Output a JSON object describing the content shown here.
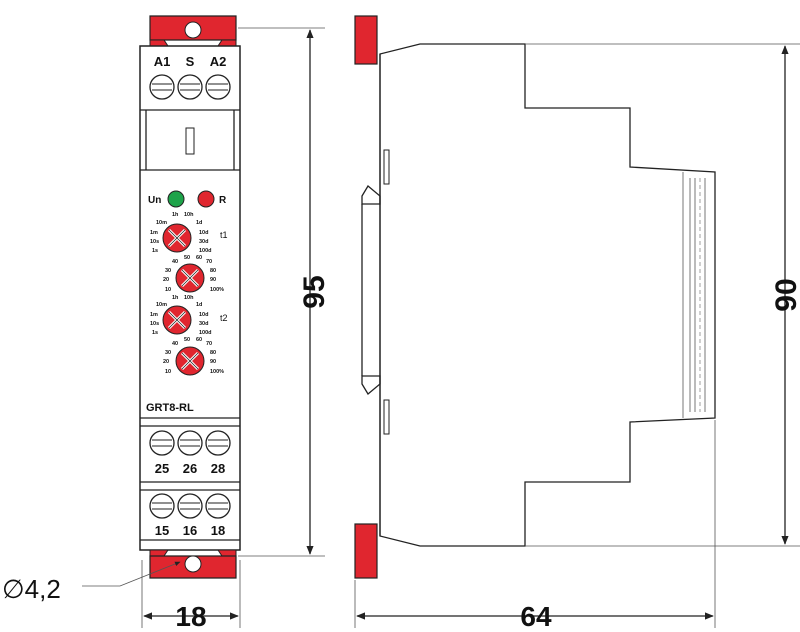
{
  "colors": {
    "red": "#e0262f",
    "green": "#1ea34a",
    "line": "#222222",
    "white": "#ffffff"
  },
  "front": {
    "top_terminals": [
      "A1",
      "S",
      "A2"
    ],
    "led_un": "Un",
    "led_r": "R",
    "t1_label": "t1",
    "t2_label": "t2",
    "time_scale": [
      "10m",
      "1h",
      "10h",
      "1d",
      "1m",
      "10d",
      "10s",
      "30d",
      "1s",
      "100d"
    ],
    "percent_scale": [
      "40",
      "50",
      "60",
      "70",
      "30",
      "80",
      "20",
      "90",
      "10",
      "100%"
    ],
    "model": "GRT8-RL",
    "mid_terminals": [
      "25",
      "26",
      "28"
    ],
    "bottom_terminals": [
      "15",
      "16",
      "18"
    ]
  },
  "dimensions": {
    "height_total": "95",
    "height_side": "90",
    "width_front": "18",
    "depth_side": "64",
    "hole_diameter": "∅4,2"
  }
}
